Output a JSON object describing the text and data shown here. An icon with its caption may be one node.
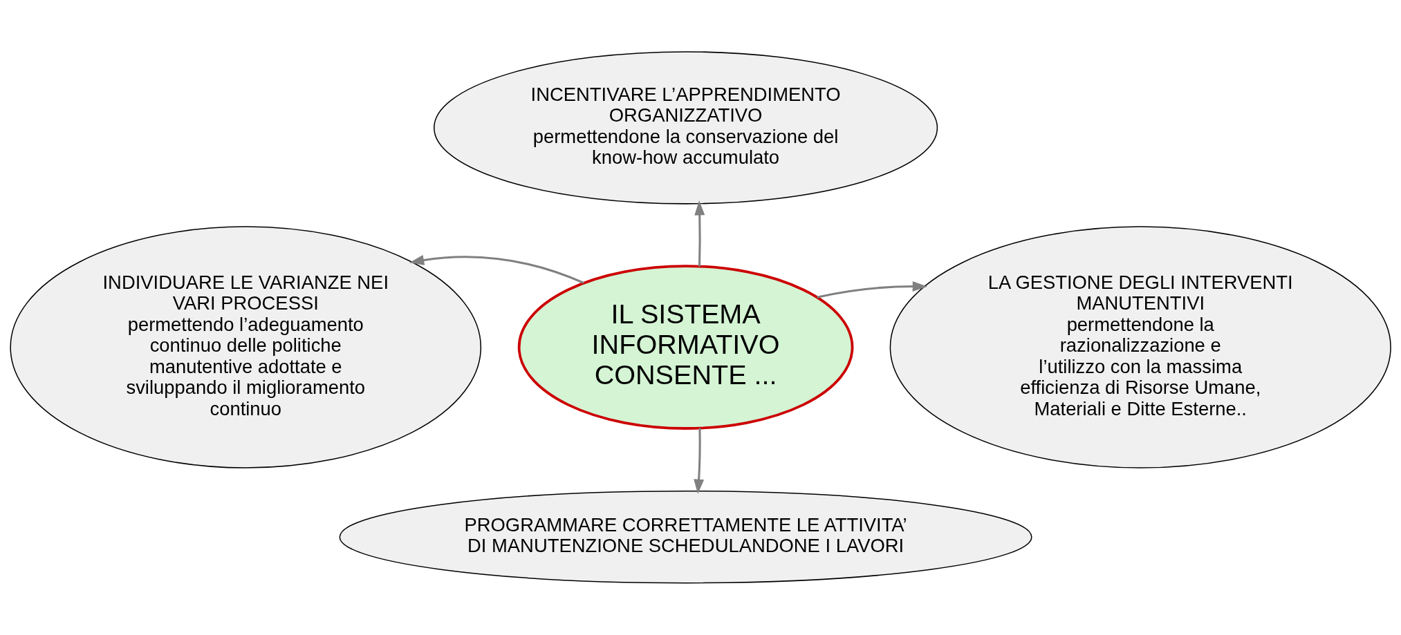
{
  "diagram": {
    "nodes": [
      {
        "text": [
          "IL SISTEMA INFORMATIVO CONSENTE ..."
        ]
      },
      {
        "text": [
          "INCENTIVARE L’APPRENDIMENTO ORGANIZZATIVO",
          "permettendone la conservazione del know-how accumulato"
        ]
      },
      {
        "text": [
          "INDIVIDUARE LE VARIANZE NEI VARI PROCESSI",
          "permettendo l’adeguamento continuo delle politiche manutentive adottate e sviluppando il miglioramento continuo"
        ]
      },
      {
        "text": [
          "LA GESTIONE DEGLI INTERVENTI MANUTENTIVI",
          "permettendone la razionalizzazione e l’utilizzo con la massima efficienza di Risorse Umane, Materiali e Ditte Esterne.."
        ]
      },
      {
        "text": [
          "PROGRAMMARE CORRETTAMENTE LE ATTIVITA’ DI MANUTENZIONE SCHEDULANDONE I LAVORI"
        ]
      }
    ],
    "edges": [
      {
        "from": 0,
        "to": 1,
        "arrow": "to"
      },
      {
        "from": 0,
        "to": 2,
        "arrow": "to"
      },
      {
        "from": 0,
        "to": 3,
        "arrow": "to"
      },
      {
        "from": 0,
        "to": 4,
        "arrow": "to"
      }
    ]
  }
}
